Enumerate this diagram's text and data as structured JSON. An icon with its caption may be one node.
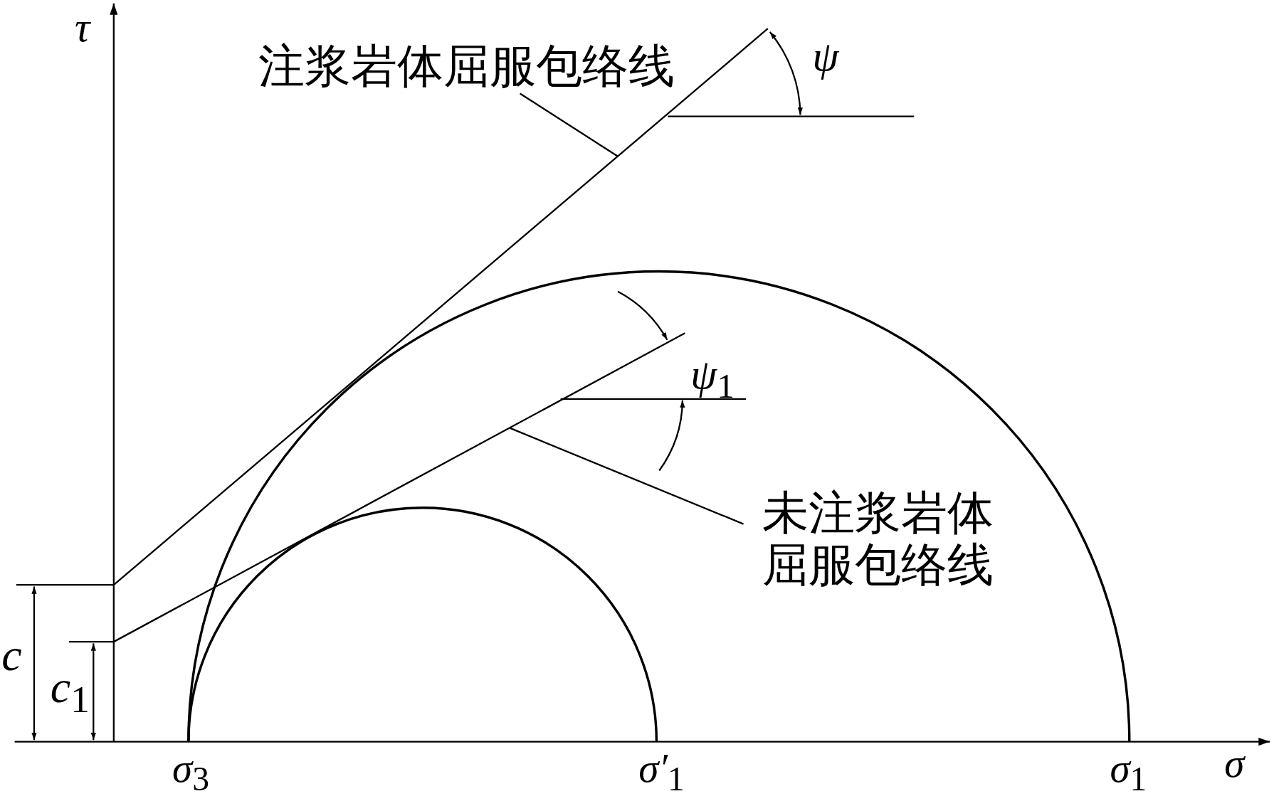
{
  "diagram": {
    "nodes": [
      {
        "text": [
          "注浆岩体屈服包络线"
        ]
      },
      {
        "text": [
          "未注浆岩体屈服包络线"
        ]
      }
    ],
    "edges": [
      {
        "from": 0,
        "to": null,
        "arrow": "none"
      },
      {
        "from": 1,
        "to": null,
        "arrow": "none"
      }
    ],
    "labels": [
      "τ",
      "ψ",
      "ψ$_{1}$",
      "c",
      "c$_{1}$",
      "σ$_{3}$",
      "σ′$_{1}$",
      "σ$_{1}$",
      "σ"
    ]
  }
}
